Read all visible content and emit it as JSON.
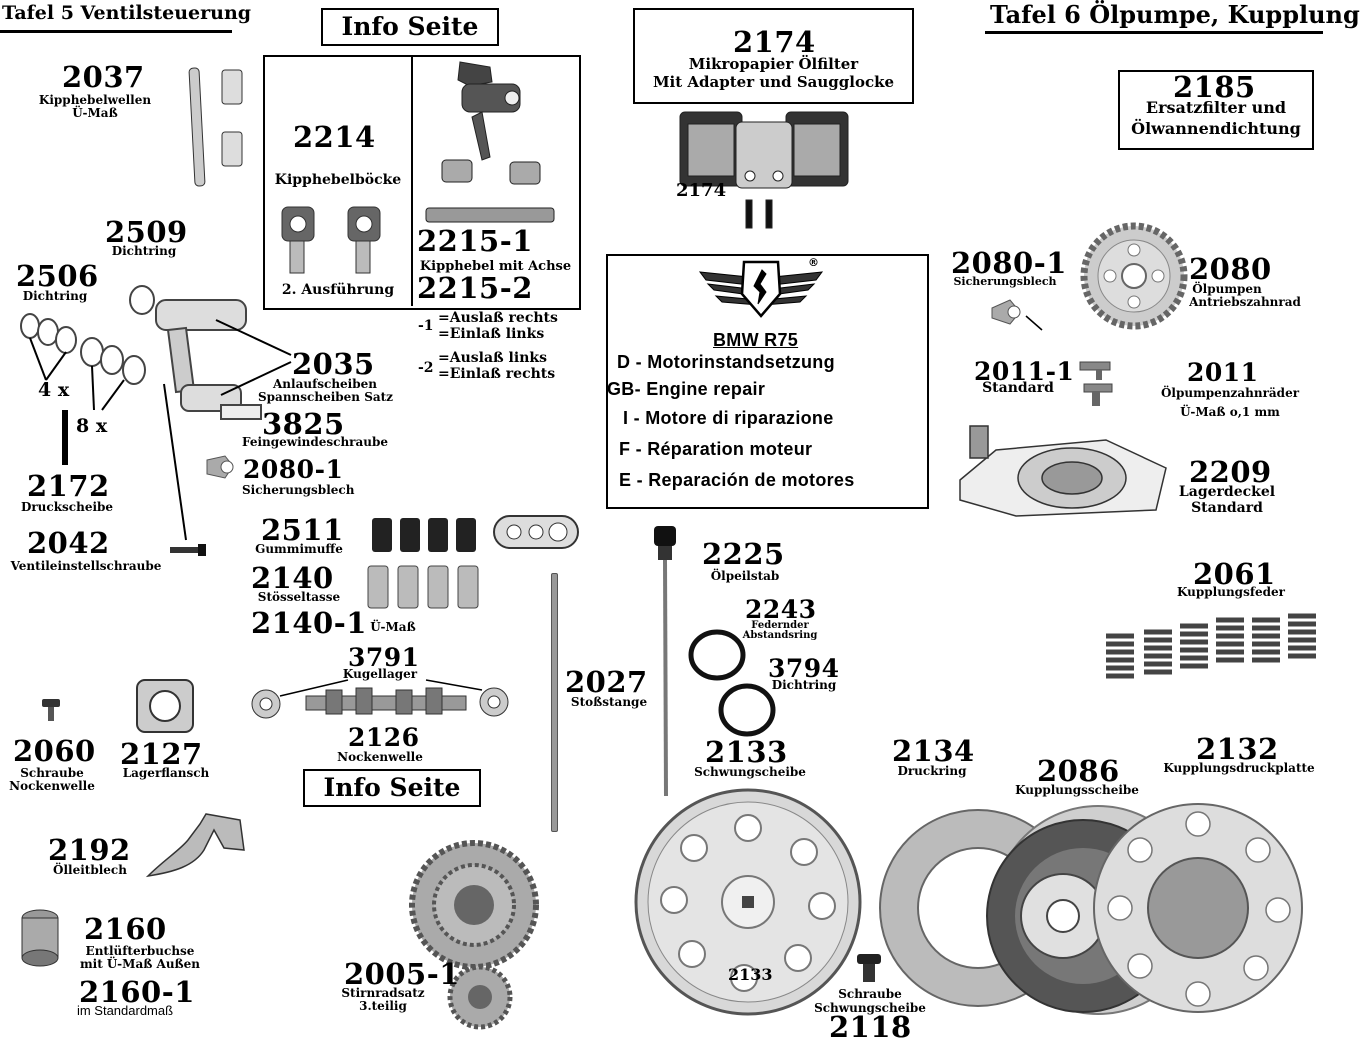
{
  "headers": {
    "left": "Tafel 5 Ventilsteuerung",
    "right": "Tafel 6 Ölpumpe, Kupplung"
  },
  "info_buttons": {
    "top": "Info Seite",
    "bottom": "Info Seite"
  },
  "box_2214": {
    "number": "2214",
    "label": "Kipphebelböcke",
    "variant": "2. Ausführung"
  },
  "box_2215": {
    "number1": "2215-1",
    "label": "Kipphebel mit Achse",
    "number2": "2215-2",
    "note1_prefix": "-1",
    "note1_a": "=Auslaß rechts",
    "note1_b": "=Einlaß links",
    "note2_prefix": "-2",
    "note2_a": "=Auslaß links",
    "note2_b": "=Einlaß rechts"
  },
  "box_2174": {
    "number": "2174",
    "line1": "Mikropapier Ölfilter",
    "line2": "Mit Adapter und Saugglocke",
    "photo_label": "2174"
  },
  "box_2185": {
    "number": "2185",
    "line1": "Ersatzfilter und",
    "line2": "Ölwannendichtung"
  },
  "bmw_box": {
    "registered": "®",
    "title": "BMW R75",
    "languages": [
      {
        "code": "D",
        "text": "D - Motorinstandsetzung"
      },
      {
        "code": "GB",
        "text": "GB- Engine repair"
      },
      {
        "code": "I",
        "text": "I - Motore di riparazione"
      },
      {
        "code": "F",
        "text": "F - Réparation moteur"
      },
      {
        "code": "E",
        "text": "E - Reparación de motores"
      }
    ]
  },
  "parts": {
    "p2037": {
      "num": "2037",
      "l1": "Kipphebelwellen",
      "l2": "Ü-Maß"
    },
    "p2509": {
      "num": "2509",
      "l1": "Dichtring"
    },
    "p2506": {
      "num": "2506",
      "l1": "Dichtring"
    },
    "p4x": {
      "text": "4 x"
    },
    "p8x": {
      "text": "8 x"
    },
    "p2035": {
      "num": "2035",
      "l1": "Anlaufscheiben",
      "l2": "Spannscheiben Satz"
    },
    "p3825": {
      "num": "3825",
      "l1": "Feingewindeschraube"
    },
    "p2080_1a": {
      "num": "2080-1",
      "l1": "Sicherungsblech"
    },
    "p2172": {
      "num": "2172",
      "l1": "Druckscheibe"
    },
    "p2042": {
      "num": "2042",
      "l1": "Ventileinstellschraube"
    },
    "p2511": {
      "num": "2511",
      "l1": "Gummimuffe"
    },
    "p2140": {
      "num": "2140",
      "l1": "Stösseltasse"
    },
    "p2140_1": {
      "num": "2140-1",
      "l1": "Ü-Maß"
    },
    "p3791": {
      "num": "3791",
      "l1": "Kugellager"
    },
    "p2126": {
      "num": "2126",
      "l1": "Nockenwelle"
    },
    "p2060": {
      "num": "2060",
      "l1": "Schraube",
      "l2": "Nockenwelle"
    },
    "p2127": {
      "num": "2127",
      "l1": "Lagerflansch"
    },
    "p2192": {
      "num": "2192",
      "l1": "Ölleitblech"
    },
    "p2160": {
      "num": "2160",
      "l1": "Entlüfterbuchse",
      "l2": "mit Ü-Maß Außen"
    },
    "p2160_1": {
      "num": "2160-1",
      "l1": "im Standardmaß"
    },
    "p2005_1": {
      "num": "2005-1",
      "l1": "Stirnradsatz",
      "l2": "3.teilig"
    },
    "p2027": {
      "num": "2027",
      "l1": "Stoßstange"
    },
    "p2225": {
      "num": "2225",
      "l1": "Ölpeilstab"
    },
    "p2243": {
      "num": "2243",
      "l1": "Federnder",
      "l2": "Abstandsring"
    },
    "p3794": {
      "num": "3794",
      "l1": "Dichtring"
    },
    "p2133": {
      "num": "2133",
      "l1": "Schwungscheibe",
      "photo": "2133"
    },
    "p2118": {
      "num": "2118",
      "l1": "Schraube",
      "l2": "Schwungscheibe"
    },
    "p2134": {
      "num": "2134",
      "l1": "Druckring"
    },
    "p2086": {
      "num": "2086",
      "l1": "Kupplungsscheibe"
    },
    "p2132": {
      "num": "2132",
      "l1": "Kupplungsdruckplatte"
    },
    "p2080_1b": {
      "num": "2080-1",
      "l1": "Sicherungsblech"
    },
    "p2080": {
      "num": "2080",
      "l1": "Ölpumpen",
      "l2": "Antriebszahnrad"
    },
    "p2011_1": {
      "num": "2011-1",
      "l1": "Standard"
    },
    "p2011": {
      "num": "2011",
      "l1": "Ölpumpenzahnräder",
      "l2": "Ü-Maß o,1 mm"
    },
    "p2209": {
      "num": "2209",
      "l1": "Lagerdeckel",
      "l2": "Standard"
    },
    "p2061": {
      "num": "2061",
      "l1": "Kupplungsfeder"
    }
  }
}
